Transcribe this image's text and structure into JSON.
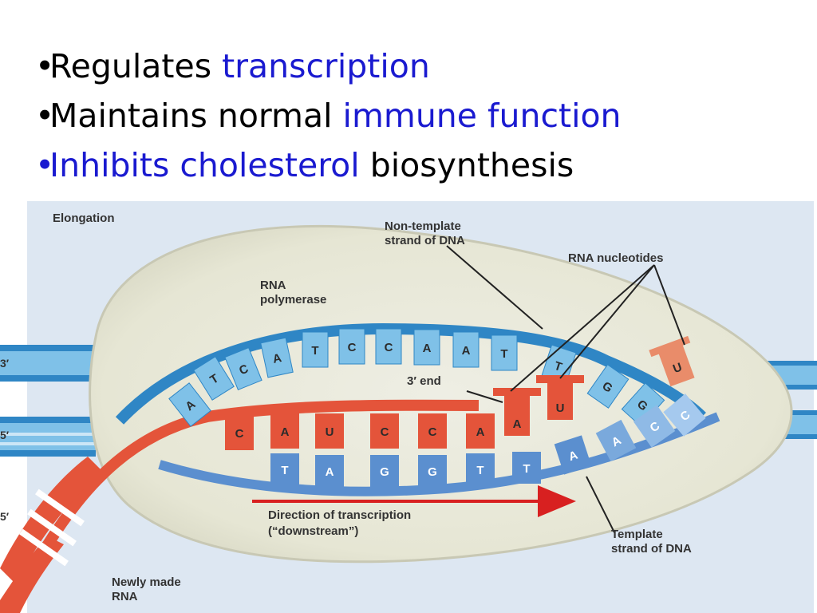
{
  "bullets": [
    {
      "parts": [
        {
          "text": "Regulates ",
          "highlight": false
        },
        {
          "text": "transcription",
          "highlight": true
        }
      ]
    },
    {
      "parts": [
        {
          "text": "Maintains normal ",
          "highlight": false
        },
        {
          "text": "immune function",
          "highlight": true
        }
      ]
    },
    {
      "parts": [
        {
          "text": "Inhibits cholesterol",
          "highlight": true
        },
        {
          "text": " biosynthesis",
          "highlight": false
        }
      ]
    }
  ],
  "colors": {
    "highlight_text": "#1a1ad0",
    "dna_blue": "#7fc1e8",
    "dna_blue_dark": "#2f86c5",
    "template_blue": "#5b8fcf",
    "rna_red": "#e4543a",
    "rna_nucleotide": "#e98c6a",
    "bubble": "#eeeee0",
    "arrow": "#d82020"
  },
  "diagram": {
    "title": "Elongation",
    "labels": {
      "non_template": [
        "Non-template",
        "strand of DNA"
      ],
      "rna_nucleotides": "RNA nucleotides",
      "rna_polymerase": [
        "RNA",
        "polymerase"
      ],
      "three_end": "3′ end",
      "direction": [
        "Direction of transcription",
        "(“downstream”)"
      ],
      "template": [
        "Template",
        "strand of DNA"
      ],
      "newly_made": [
        "Newly made",
        "RNA"
      ]
    },
    "strand_ends": {
      "top_left": "3′",
      "mid_left": "5′",
      "bottom_left": "5′"
    },
    "non_template_bases": [
      "A",
      "T",
      "C",
      "A",
      "T",
      "C",
      "C",
      "A",
      "A",
      "T",
      "T",
      "G",
      "G"
    ],
    "rna_bases": [
      "C",
      "A",
      "U",
      "C",
      "C",
      "A"
    ],
    "template_bases": [
      "T",
      "A",
      "G",
      "G",
      "T",
      "T",
      "A",
      "A",
      "C",
      "C"
    ],
    "incoming_nucleotides": [
      "A",
      "U",
      "U"
    ]
  }
}
